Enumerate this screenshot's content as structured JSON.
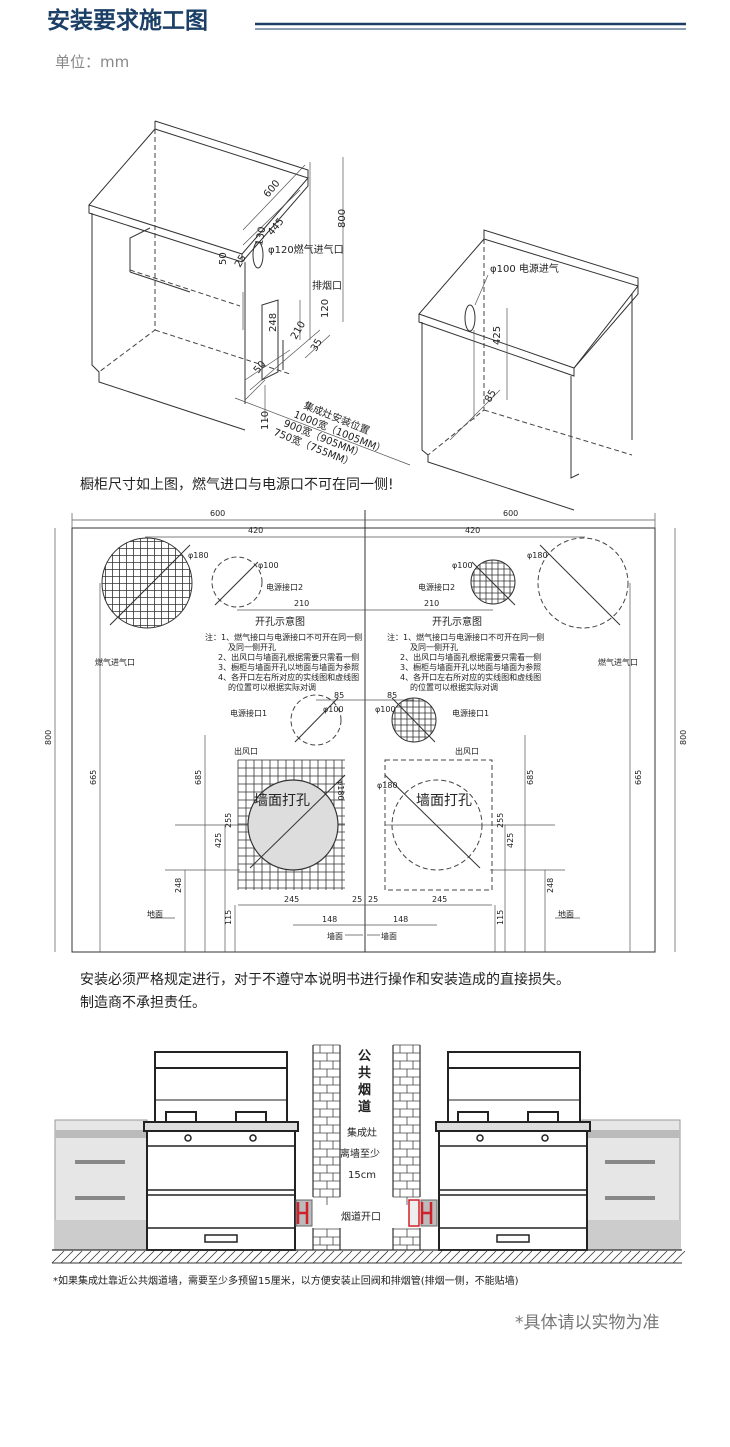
{
  "header": {
    "title": "安装要求施工图",
    "unit": "单位：mm",
    "accent": "#1b3f66"
  },
  "top": {
    "d600": "600",
    "d445": "445",
    "d130": "130",
    "d50a": "50",
    "d25": "25",
    "d800": "800",
    "d120": "120",
    "d248": "248",
    "d210": "210",
    "d35": "35",
    "d50b": "50",
    "d110": "110",
    "gas_inlet": "φ120燃气进气口",
    "exhaust": "排烟口",
    "install_title": "集成灶安装位置",
    "widths": [
      "1000宽（1005MM）",
      "900宽（905MM）",
      "750宽（755MM）"
    ],
    "power_inlet": "φ100 电源进气",
    "d425": "425",
    "d85": "85"
  },
  "caption": "橱柜尺寸如上图，燃气进口与电源口不可在同一侧!",
  "mid": {
    "w600": "600",
    "w420": "420",
    "w210": "210",
    "phi180": "φ180",
    "phi100": "φ100",
    "power2": "电源接口2",
    "power1": "电源接口1",
    "gas": "燃气进气口",
    "hole_title": "开孔示意图",
    "notes": [
      "注：1、燃气接口与电源接口不可开在同一侧",
      "及同一侧开孔",
      "2、出风口与墙面孔根据需要只需看一侧",
      "3、橱柜与墙面开孔以地面与墙面为参照",
      "4、各开口左右所对应的实线图和虚线图",
      "的位置可以根据实际对调"
    ],
    "d85": "85",
    "outlet": "出风口",
    "wall_hole": "墙面打孔",
    "h800": "800",
    "h665": "665",
    "h685": "685",
    "h425": "425",
    "h255": "255",
    "h248": "248",
    "h115": "115",
    "w245": "245",
    "w25": "25",
    "w148": "148",
    "floor": "地面",
    "wall": "墙面"
  },
  "warning": [
    "安装必须严格规定进行，对于不遵守本说明书进行操作和安装造成的直接损失。",
    "制造商不承担责任。"
  ],
  "scene": {
    "flue_chars": [
      "公",
      "共",
      "烟",
      "道"
    ],
    "distance": [
      "集成灶",
      "离墙至少",
      "15cm"
    ],
    "flue_opening": "烟道开口",
    "valve_color": "#d0202a",
    "footnote": "*如果集成灶靠近公共烟道墙，需要至少多预留15厘米，以方便安装止回阀和排烟管(排烟一侧，不能贴墙)"
  },
  "disclaimer": "*具体请以实物为准"
}
